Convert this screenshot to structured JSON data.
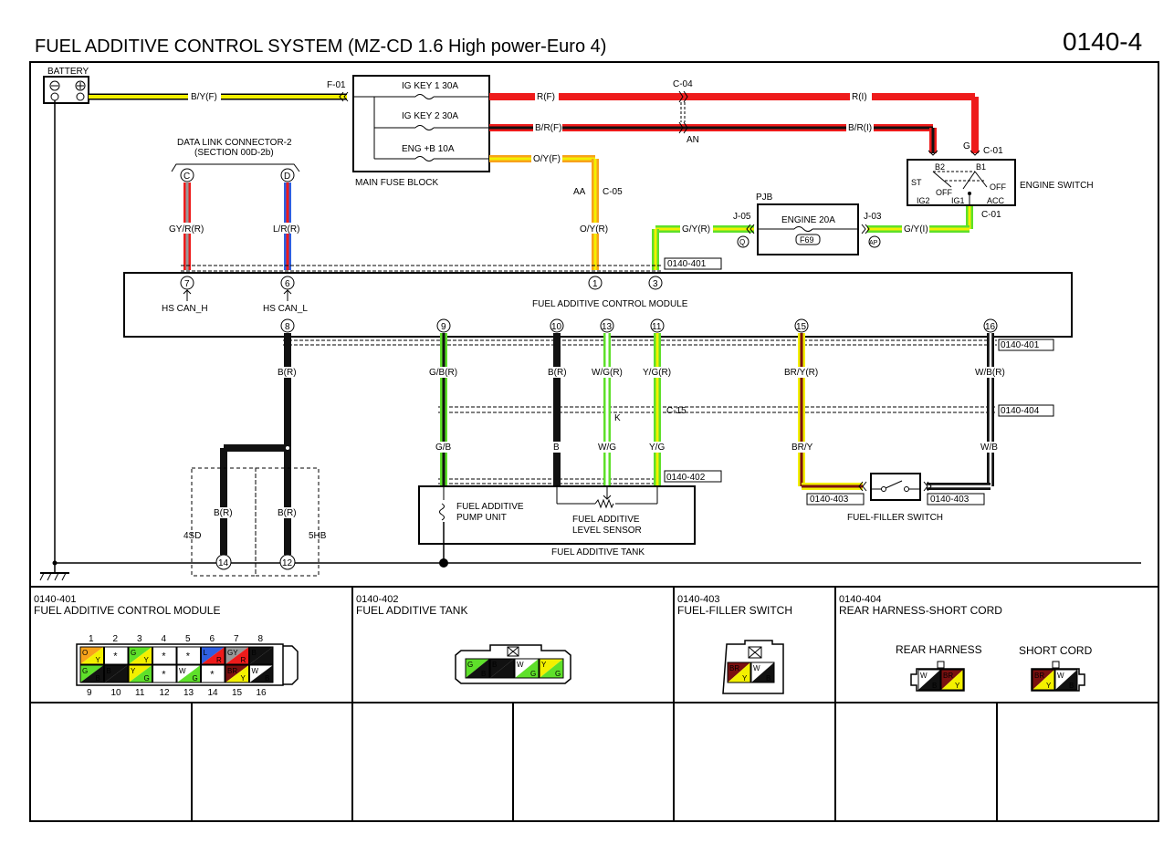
{
  "header": {
    "title": "FUEL ADDITIVE CONTROL SYSTEM (MZ-CD 1.6 High power-Euro 4)",
    "page": "0140-4"
  },
  "colors": {
    "yellow": "#f3f000",
    "red": "#ee1b1b",
    "orange": "#f7a21b",
    "green": "#5ee02a",
    "blue": "#2f5fe0",
    "black": "#111111",
    "brown": "#7a1010",
    "gray": "#999999"
  },
  "labels": {
    "battery": "BATTERY",
    "f01": "F-01",
    "byf": "B/Y(F)",
    "ig1": "IG KEY 1 30A",
    "ig2": "IG KEY 2 30A",
    "engb": "ENG +B 10A",
    "mainfuse": "MAIN FUSE BLOCK",
    "rf": "R(F)",
    "brf": "B/R(F)",
    "oyf": "O/Y(F)",
    "c04": "C-04",
    "an": "AN",
    "ri": "R(I)",
    "bri": "B/R(I)",
    "g": "G",
    "c01a": "C-01",
    "c01b": "C-01",
    "engsw": "ENGINE SWITCH",
    "b2": "B2",
    "b1": "B1",
    "st": "ST",
    "offa": "OFF",
    "offb": "OFF",
    "ig2sw": "IG2",
    "ig1sw": "IG1",
    "acc": "ACC",
    "dlc1": "DATA LINK CONNECTOR-2",
    "dlc2": "(SECTION 00D-2b)",
    "pinC": "C",
    "pinD": "D",
    "gyr": "GY/R(R)",
    "lr": "L/R(R)",
    "aa": "AA",
    "c05": "C-05",
    "oyr": "O/Y(R)",
    "pjb": "PJB",
    "j05": "J-05",
    "j03": "J-03",
    "eng20": "ENGINE 20A",
    "f69": "F69",
    "q": "Q",
    "ap": "AP",
    "gyrR": "G/Y(R)",
    "gyi": "G/Y(I)",
    "ref401a": "0140-401",
    "ref401b": "0140-401",
    "ref404": "0140-404",
    "ref402": "0140-402",
    "ref403a": "0140-403",
    "ref403b": "0140-403",
    "p7": "7",
    "p6": "6",
    "p1": "1",
    "p3": "3",
    "p8": "8",
    "p9": "9",
    "p10": "10",
    "p13": "13",
    "p11": "11",
    "p15": "15",
    "p16": "16",
    "p14": "14",
    "p12": "12",
    "hscanh": "HS CAN_H",
    "hscanl": "HS CAN_L",
    "module": "FUEL ADDITIVE CONTROL MODULE",
    "br": "B(R)",
    "gbr": "G/B(R)",
    "br10": "B(R)",
    "wgr": "W/G(R)",
    "ygr": "Y/G(R)",
    "bryr": "BR/Y(R)",
    "wbr": "W/B(R)",
    "c15": "C-15",
    "k": "K",
    "gb": "G/B",
    "b": "B",
    "wg": "W/G",
    "yg": "Y/G",
    "bry": "BR/Y",
    "wb": "W/B",
    "br14": "B(R)",
    "br12": "B(R)",
    "sd4": "4SD",
    "hb5": "5HB",
    "pump1": "FUEL ADDITIVE",
    "pump2": "PUMP UNIT",
    "lvl1": "FUEL ADDITIVE",
    "lvl2": "LEVEL SENSOR",
    "tank": "FUEL ADDITIVE TANK",
    "ffsw": "FUEL-FILLER SWITCH"
  },
  "connectors": {
    "c401": {
      "code": "0140-401",
      "name": "FUEL ADDITIVE CONTROL MODULE",
      "top_pins": [
        "1",
        "2",
        "3",
        "4",
        "5",
        "6",
        "7",
        "8"
      ],
      "bottom_pins": [
        "9",
        "10",
        "11",
        "12",
        "13",
        "14",
        "15",
        "16"
      ],
      "top_cells": [
        "O Y",
        "*",
        "G Y",
        "*",
        "*",
        "L R",
        "GY R",
        "B"
      ],
      "bottom_cells": [
        "G B",
        "B",
        "Y G",
        "*",
        "W G",
        "*",
        "BR Y",
        "W B"
      ]
    },
    "c402": {
      "code": "0140-402",
      "name": "FUEL ADDITIVE TANK",
      "cells": [
        "G B",
        "B",
        "W G",
        "Y G"
      ]
    },
    "c403": {
      "code": "0140-403",
      "name": "FUEL-FILLER SWITCH",
      "cells": [
        "BR Y",
        "W B"
      ]
    },
    "c404": {
      "code": "0140-404",
      "name": "REAR HARNESS-SHORT CORD",
      "left": "REAR HARNESS",
      "right": "SHORT CORD",
      "left_cells": [
        "W B",
        "BR Y"
      ],
      "right_cells": [
        "BR Y",
        "W B"
      ]
    }
  }
}
